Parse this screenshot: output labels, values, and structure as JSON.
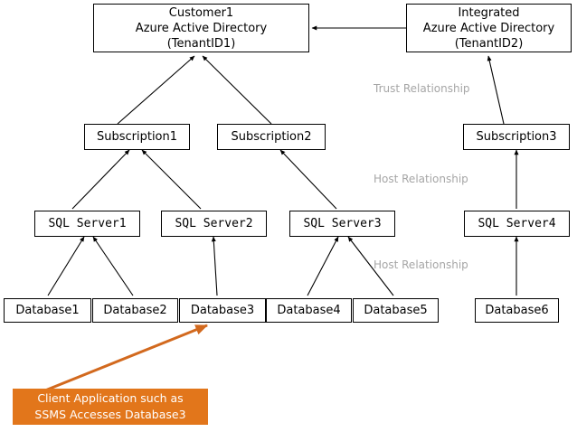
{
  "diagram": {
    "title_nodes": {
      "customer_ad": {
        "lines": [
          "Customer1",
          "Azure Active Directory",
          "(TenantID1)"
        ]
      },
      "integrated_ad": {
        "lines": [
          "Integrated",
          "Azure Active Directory",
          "(TenantID2)"
        ]
      }
    },
    "subscriptions": [
      {
        "label": "Subscription1"
      },
      {
        "label": "Subscription2"
      },
      {
        "label": "Subscription3"
      }
    ],
    "servers": [
      {
        "label": "SQL Server1"
      },
      {
        "label": "SQL Server2"
      },
      {
        "label": "SQL Server3"
      },
      {
        "label": "SQL Server4"
      }
    ],
    "databases": [
      {
        "label": "Database1"
      },
      {
        "label": "Database2"
      },
      {
        "label": "Database3"
      },
      {
        "label": "Database4"
      },
      {
        "label": "Database5"
      },
      {
        "label": "Database6"
      }
    ],
    "edge_labels": [
      {
        "text": "Trust Relationship"
      },
      {
        "text": "Host Relationship"
      },
      {
        "text": "Host Relationship"
      }
    ],
    "callout": {
      "lines": [
        "Client Application such as",
        "SSMS Accesses Database3"
      ],
      "color": "#e2761b"
    },
    "colors": {
      "stroke": "#000000",
      "label": "#a6a6a6",
      "accent": "#e2761b",
      "background": "#ffffff"
    }
  }
}
